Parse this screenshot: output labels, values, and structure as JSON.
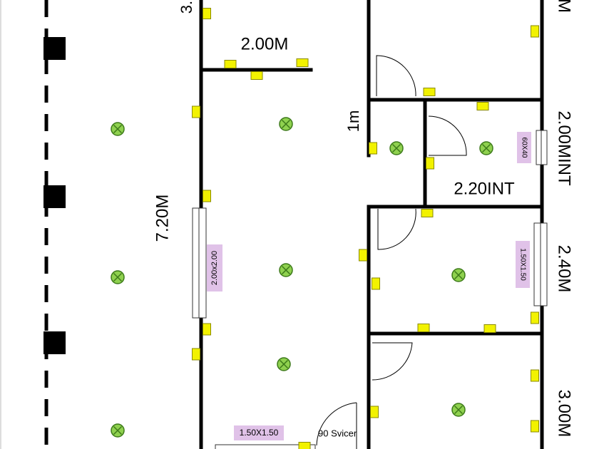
{
  "labels": {
    "dim_top_partial": "3.",
    "dim_2m_wall": "2.00M",
    "dim_7_20": "7.20M",
    "dim_1m": "1m",
    "dim_2_20int": "2.20INT",
    "dim_2_00mint": "2.00MINT",
    "dim_2_40": "2.40M",
    "dim_3_00": "3.00M",
    "dim_top_right_partial": "M",
    "win_2x2": "2.00x2.00",
    "win_60x40": "60X40",
    "win_150_right": "1.50X1.50",
    "win_150_bottom": "1.50X1.50",
    "door_90": "90 Svicer"
  },
  "colors": {
    "wall": "#000000",
    "socket_fill": "#f2f200",
    "socket_stroke": "#8a8a00",
    "lamp_fill": "#8fd14f",
    "lamp_stroke": "#3d7a1a",
    "window_label_bg": "#e0c2e8"
  },
  "icons": {
    "lamp": "ceiling-light-x-circle",
    "socket": "electric-outlet-rect",
    "door": "door-swing-arc",
    "window": "window-double-line",
    "column": "structural-column-square"
  }
}
